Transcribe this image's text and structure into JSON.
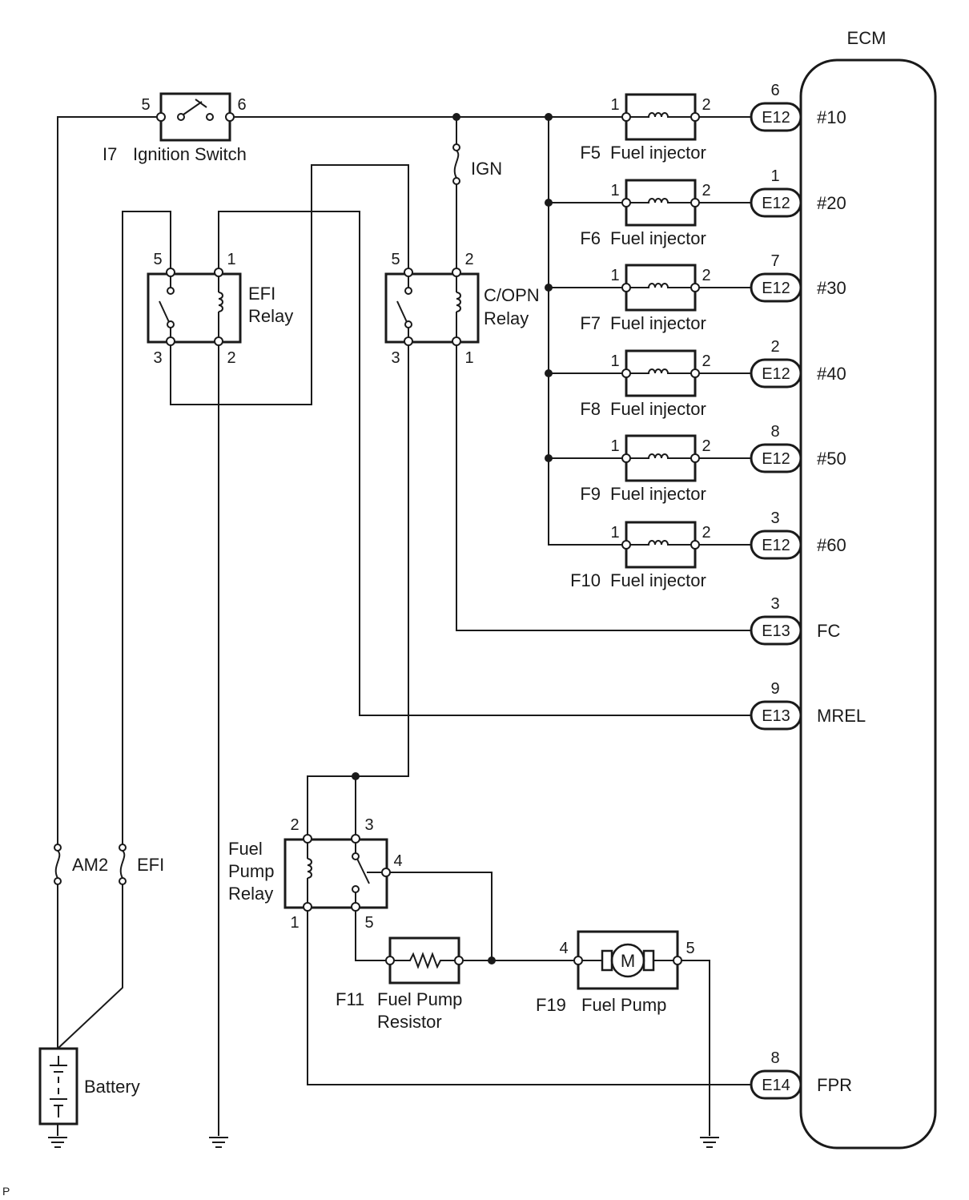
{
  "ecm": {
    "label": "ECM",
    "terminals": [
      {
        "pin": "6",
        "connector": "E12",
        "signal": "#10"
      },
      {
        "pin": "1",
        "connector": "E12",
        "signal": "#20"
      },
      {
        "pin": "7",
        "connector": "E12",
        "signal": "#30"
      },
      {
        "pin": "2",
        "connector": "E12",
        "signal": "#40"
      },
      {
        "pin": "8",
        "connector": "E12",
        "signal": "#50"
      },
      {
        "pin": "3",
        "connector": "E12",
        "signal": "#60"
      },
      {
        "pin": "3",
        "connector": "E13",
        "signal": "FC"
      },
      {
        "pin": "9",
        "connector": "E13",
        "signal": "MREL"
      },
      {
        "pin": "8",
        "connector": "E14",
        "signal": "FPR"
      }
    ]
  },
  "ignition_switch": {
    "code": "I7",
    "label": "Ignition Switch",
    "pin_in": "5",
    "pin_out": "6"
  },
  "ign_fuse": {
    "label": "IGN"
  },
  "efi_relay": {
    "label_line1": "EFI",
    "label_line2": "Relay",
    "pins": {
      "tl": "5",
      "tr": "1",
      "bl": "3",
      "br": "2"
    }
  },
  "copn_relay": {
    "label_line1": "C/OPN",
    "label_line2": "Relay",
    "pins": {
      "tl": "5",
      "tr": "2",
      "bl": "3",
      "br": "1"
    }
  },
  "injectors": [
    {
      "code": "F5",
      "label": "Fuel injector",
      "pin1": "1",
      "pin2": "2"
    },
    {
      "code": "F6",
      "label": "Fuel injector",
      "pin1": "1",
      "pin2": "2"
    },
    {
      "code": "F7",
      "label": "Fuel injector",
      "pin1": "1",
      "pin2": "2"
    },
    {
      "code": "F8",
      "label": "Fuel injector",
      "pin1": "1",
      "pin2": "2"
    },
    {
      "code": "F9",
      "label": "Fuel injector",
      "pin1": "1",
      "pin2": "2"
    },
    {
      "code": "F10",
      "label": "Fuel injector",
      "pin1": "1",
      "pin2": "2"
    }
  ],
  "fuel_pump_relay": {
    "label_line1": "Fuel",
    "label_line2": "Pump",
    "label_line3": "Relay",
    "pins": {
      "tl": "2",
      "tr": "3",
      "r": "4",
      "bl": "1",
      "br": "5"
    }
  },
  "fuel_pump_resistor": {
    "code": "F11",
    "label_line1": "Fuel Pump",
    "label_line2": "Resistor"
  },
  "fuel_pump": {
    "code": "F19",
    "label": "Fuel Pump",
    "pin_in": "4",
    "pin_out": "5",
    "motor_symbol": "M"
  },
  "fuses": {
    "am2": "AM2",
    "efi": "EFI"
  },
  "battery": {
    "label": "Battery"
  },
  "corner_mark": "P"
}
